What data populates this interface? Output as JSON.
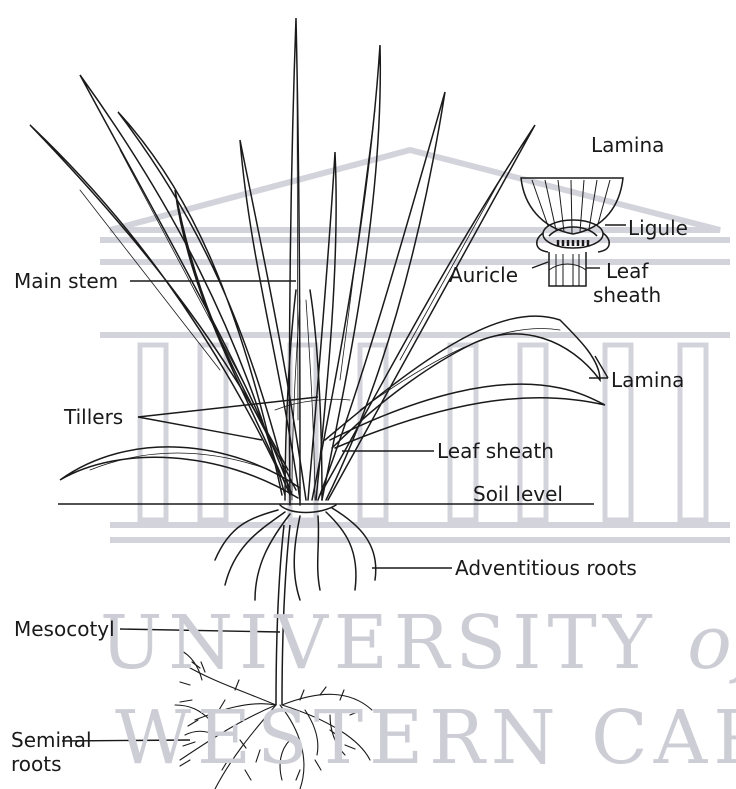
{
  "watermark": {
    "line1_main": "UNIVERSITY",
    "line1_italic": "of the",
    "line2": "WESTERN CAPE"
  },
  "labels": {
    "lamina_top": "Lamina",
    "ligule": "Ligule",
    "auricle": "Auricle",
    "leaf_sheath_inset_line1": "Leaf",
    "leaf_sheath_inset_line2": "sheath",
    "main_stem": "Main stem",
    "lamina_right": "Lamina",
    "tillers": "Tillers",
    "leaf_sheath": "Leaf sheath",
    "soil_level": "Soil level",
    "adventitious_roots": "Adventitious roots",
    "mesocotyl": "Mesocotyl",
    "seminal_roots_line1": "Seminal",
    "seminal_roots_line2": "roots"
  },
  "colors": {
    "ink": "#1a1a1a",
    "watermark": "#cdcdd6"
  }
}
